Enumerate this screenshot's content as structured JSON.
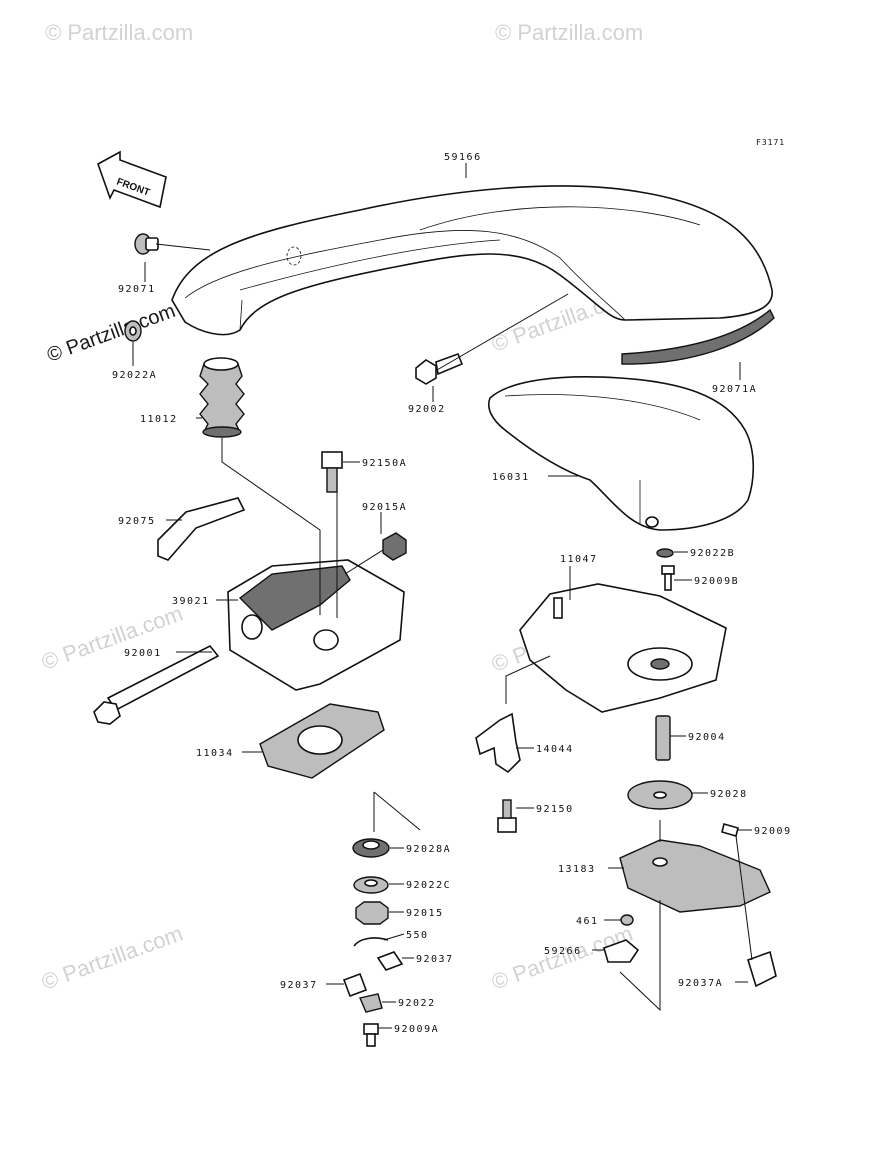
{
  "figure_code": "F3171",
  "front_arrow_label": "FRONT",
  "watermark": {
    "main": "© Partzilla.com",
    "faint": "© Partzilla.com"
  },
  "parts": [
    {
      "id": "59166",
      "name": "seat-cover"
    },
    {
      "id": "92071",
      "name": "grommet"
    },
    {
      "id": "92022A",
      "name": "washer"
    },
    {
      "id": "92002",
      "name": "bolt"
    },
    {
      "id": "92071A",
      "name": "seal-strip"
    },
    {
      "id": "11012",
      "name": "bellows-boot"
    },
    {
      "id": "16031",
      "name": "flame-arrester-cover"
    },
    {
      "id": "92150A",
      "name": "flange-bolt"
    },
    {
      "id": "92015A",
      "name": "nut"
    },
    {
      "id": "92075",
      "name": "bracket-plate"
    },
    {
      "id": "39021",
      "name": "mount-bracket"
    },
    {
      "id": "92001",
      "name": "long-bolt"
    },
    {
      "id": "92022B",
      "name": "washer"
    },
    {
      "id": "92009B",
      "name": "screw"
    },
    {
      "id": "11047",
      "name": "base-plate"
    },
    {
      "id": "11034",
      "name": "gasket"
    },
    {
      "id": "14044",
      "name": "bracket-clip"
    },
    {
      "id": "92004",
      "name": "stud"
    },
    {
      "id": "92150",
      "name": "flange-bolt"
    },
    {
      "id": "92028",
      "name": "large-washer"
    },
    {
      "id": "92028A",
      "name": "thick-washer"
    },
    {
      "id": "92009",
      "name": "screw"
    },
    {
      "id": "92022C",
      "name": "washer"
    },
    {
      "id": "13183",
      "name": "plate"
    },
    {
      "id": "92015",
      "name": "castle-nut"
    },
    {
      "id": "461",
      "name": "nut"
    },
    {
      "id": "550",
      "name": "cotter-pin"
    },
    {
      "id": "59266",
      "name": "fitting"
    },
    {
      "id": "92037",
      "name": "clamp"
    },
    {
      "id": "92037A",
      "name": "clamp"
    },
    {
      "id": "92022",
      "name": "washer"
    },
    {
      "id": "92009A",
      "name": "screw"
    }
  ]
}
